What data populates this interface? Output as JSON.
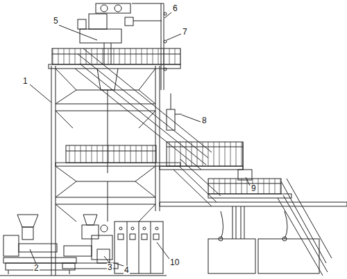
{
  "diagram": {
    "labels": [
      "6",
      "5",
      "7",
      "1",
      "8",
      "9",
      "10",
      "2",
      "3",
      "4"
    ]
  }
}
